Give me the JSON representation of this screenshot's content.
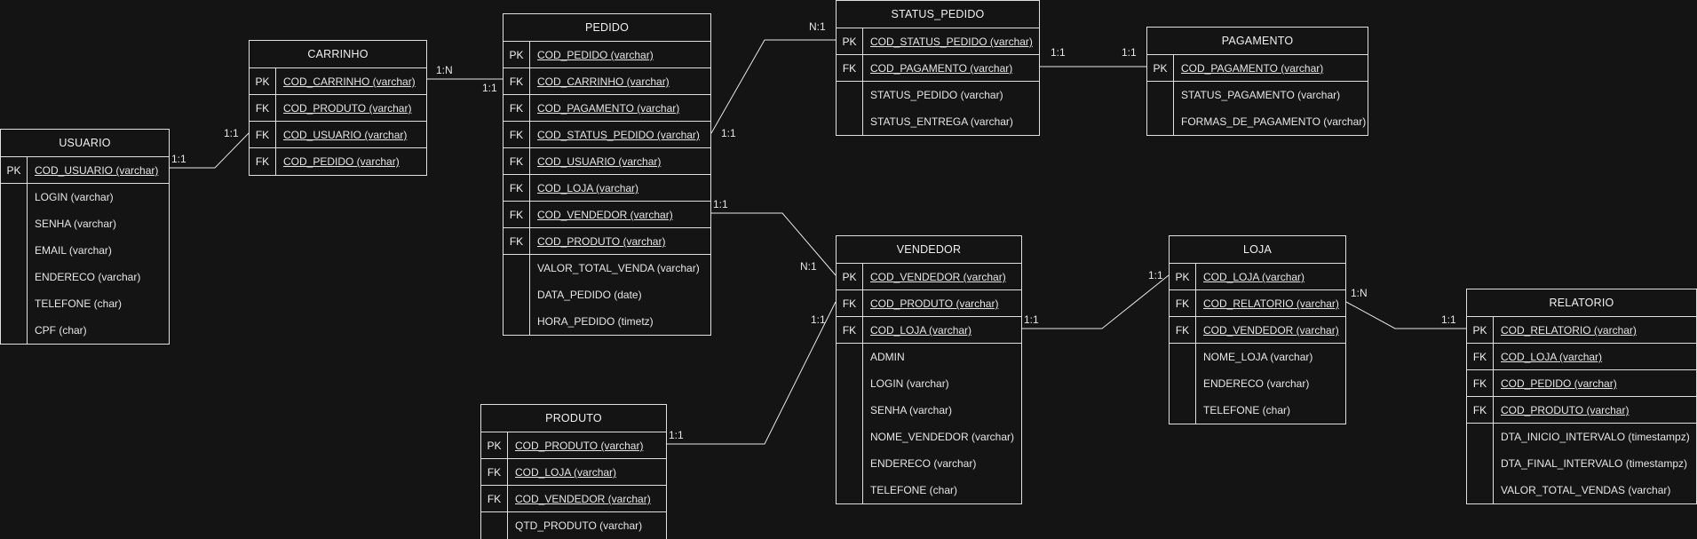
{
  "entities": {
    "usuario": {
      "title": "USUARIO",
      "keys": [
        {
          "k": "PK",
          "f": "COD_USUARIO (varchar)"
        }
      ],
      "attrs": [
        "LOGIN (varchar)",
        "SENHA (varchar)",
        "EMAIL (varchar)",
        "ENDERECO (varchar)",
        "TELEFONE (char)",
        "CPF (char)"
      ]
    },
    "carrinho": {
      "title": "CARRINHO",
      "keys": [
        {
          "k": "PK",
          "f": "COD_CARRINHO (varchar)"
        },
        {
          "k": "FK",
          "f": "COD_PRODUTO (varchar)"
        },
        {
          "k": "FK",
          "f": "COD_USUARIO (varchar)"
        },
        {
          "k": "FK",
          "f": "COD_PEDIDO (varchar)"
        }
      ],
      "attrs": []
    },
    "pedido": {
      "title": "PEDIDO",
      "keys": [
        {
          "k": "PK",
          "f": "COD_PEDIDO (varchar)"
        },
        {
          "k": "FK",
          "f": "COD_CARRINHO (varchar)"
        },
        {
          "k": "FK",
          "f": "COD_PAGAMENTO (varchar)"
        },
        {
          "k": "FK",
          "f": "COD_STATUS_PEDIDO (varchar)"
        },
        {
          "k": "FK",
          "f": "COD_USUARIO (varchar)"
        },
        {
          "k": "FK",
          "f": "COD_LOJA (varchar)"
        },
        {
          "k": "FK",
          "f": "COD_VENDEDOR (varchar)"
        },
        {
          "k": "FK",
          "f": "COD_PRODUTO (varchar)"
        }
      ],
      "attrs": [
        "VALOR_TOTAL_VENDA (varchar)",
        "DATA_PEDIDO (date)",
        "HORA_PEDIDO (timetz)"
      ]
    },
    "status_pedido": {
      "title": "STATUS_PEDIDO",
      "keys": [
        {
          "k": "PK",
          "f": "COD_STATUS_PEDIDO (varchar)"
        },
        {
          "k": "FK",
          "f": "COD_PAGAMENTO (varchar)"
        }
      ],
      "attrs": [
        "STATUS_PEDIDO (varchar)",
        "STATUS_ENTREGA (varchar)"
      ]
    },
    "pagamento": {
      "title": "PAGAMENTO",
      "keys": [
        {
          "k": "PK",
          "f": "COD_PAGAMENTO (varchar)"
        }
      ],
      "attrs": [
        "STATUS_PAGAMENTO (varchar)",
        "FORMAS_DE_PAGAMENTO (varchar)"
      ]
    },
    "vendedor": {
      "title": "VENDEDOR",
      "keys": [
        {
          "k": "PK",
          "f": "COD_VENDEDOR (varchar)"
        },
        {
          "k": "FK",
          "f": "COD_PRODUTO (varchar)"
        },
        {
          "k": "FK",
          "f": "COD_LOJA (varchar)"
        }
      ],
      "attrs": [
        "ADMIN",
        "LOGIN (varchar)",
        "SENHA (varchar)",
        "NOME_VENDEDOR (varchar)",
        "ENDERECO (varchar)",
        "TELEFONE (char)"
      ]
    },
    "loja": {
      "title": "LOJA",
      "keys": [
        {
          "k": "PK",
          "f": "COD_LOJA (varchar)"
        },
        {
          "k": "FK",
          "f": "COD_RELATORIO (varchar)"
        },
        {
          "k": "FK",
          "f": "COD_VENDEDOR (varchar)"
        }
      ],
      "attrs": [
        "NOME_LOJA (varchar)",
        "ENDERECO (varchar)",
        "TELEFONE (char)"
      ]
    },
    "relatorio": {
      "title": "RELATORIO",
      "keys": [
        {
          "k": "PK",
          "f": "COD_RELATORIO (varchar)"
        },
        {
          "k": "FK",
          "f": "COD_LOJA (varchar)"
        },
        {
          "k": "FK",
          "f": "COD_PEDIDO (varchar)"
        },
        {
          "k": "FK",
          "f": "COD_PRODUTO (varchar)"
        }
      ],
      "attrs": [
        "DTA_INICIO_INTERVALO (timestampz)",
        "DTA_FINAL_INTERVALO (timestampz)",
        "VALOR_TOTAL_VENDAS (varchar)"
      ]
    },
    "produto": {
      "title": "PRODUTO",
      "keys": [
        {
          "k": "PK",
          "f": "COD_PRODUTO (varchar)"
        },
        {
          "k": "FK",
          "f": "COD_LOJA (varchar)"
        },
        {
          "k": "FK",
          "f": "COD_VENDEDOR (varchar)"
        }
      ],
      "attrs": [
        "QTD_PRODUTO (varchar)"
      ]
    }
  },
  "cardinality_labels": {
    "usuario_side": "1:1",
    "carrinho_user_side": "1:1",
    "carrinho_pedido_side": "1:N",
    "pedido_carrinho_side": "1:1",
    "status_pedido_side": "N:1",
    "pedido_status_side": "1:1",
    "status_pagamento_side": "1:1",
    "pagamento_side": "1:1",
    "pedido_vendedor_side": "1:1",
    "vendedor_pedido_side": "N:1",
    "vendedor_produto_side": "1:1",
    "produto_side": "1:1",
    "vendedor_loja_side": "1:1",
    "loja_vendedor_side": "1:1",
    "loja_relatorio_side": "1:N",
    "relatorio_side": "1:1"
  }
}
